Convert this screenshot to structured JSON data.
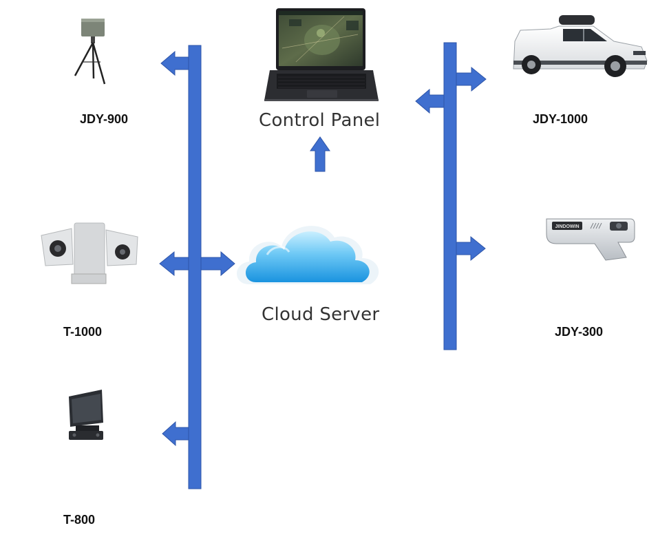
{
  "colors": {
    "bus": "#3f6fcf",
    "bus_stroke": "#2e55a8",
    "cloud_top": "#a8e3fb",
    "cloud_bottom": "#1f9fe3"
  },
  "nodes": {
    "control_panel": {
      "label": "Control Panel",
      "icon": "laptop-icon"
    },
    "cloud_server": {
      "label": "Cloud Server",
      "icon": "cloud-icon"
    },
    "jdy_900": {
      "label": "JDY-900",
      "icon": "tripod-sensor-icon"
    },
    "t_1000": {
      "label": "T-1000",
      "icon": "dual-camera-turret-icon"
    },
    "t_800": {
      "label": "T-800",
      "icon": "radar-panel-icon"
    },
    "jdy_1000": {
      "label": "JDY-1000",
      "icon": "pickup-truck-icon"
    },
    "jdy_300": {
      "label": "JDY-300",
      "icon": "handheld-device-icon"
    }
  },
  "handheld_brand": "JINDOWIN"
}
